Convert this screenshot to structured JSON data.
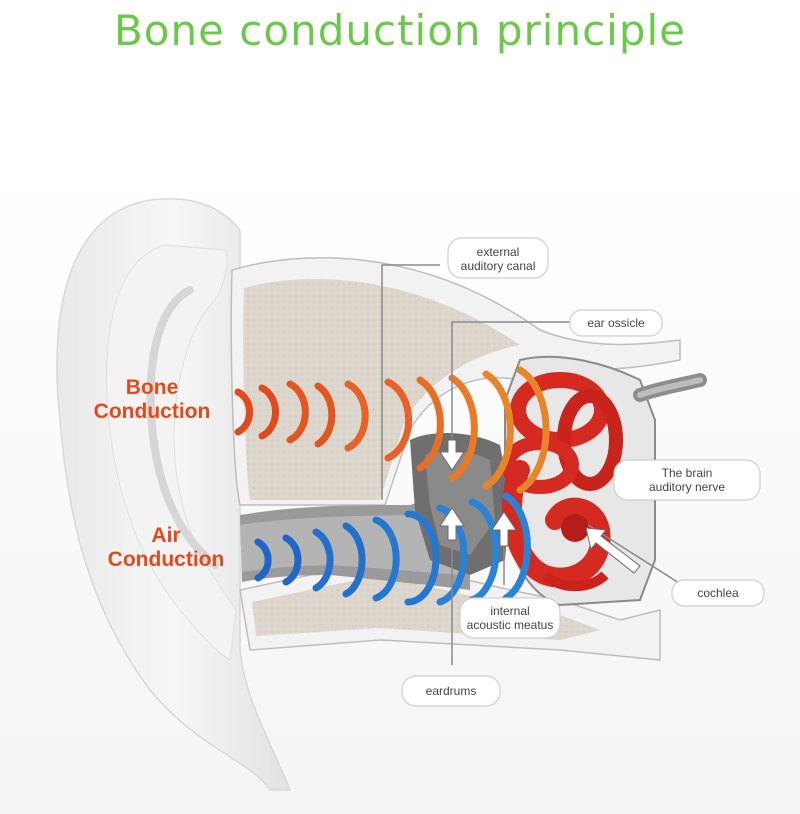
{
  "title": "Bone conduction principle",
  "colors": {
    "title": "#6cc84a",
    "bone_waves": "#e04a1c",
    "bone_waves_light": "#e8842a",
    "air_waves": "#1e66c8",
    "inner_ear": "#d42a22",
    "bone_tissue": "#ddd6cc"
  },
  "bone_conduction": {
    "line1": "Bone",
    "line2": "Conduction"
  },
  "air_conduction": {
    "line1": "Air",
    "line2": "Conduction"
  },
  "labels": {
    "external_canal": {
      "line1": "external",
      "line2": "auditory canal"
    },
    "ear_ossicle": "ear ossicle",
    "brain_nerve": {
      "line1": "The brain",
      "line2": "auditory nerve"
    },
    "cochlea": "cochlea",
    "internal_meatus": {
      "line1": "internal",
      "line2": "acoustic meatus"
    },
    "eardrums": "eardrums"
  }
}
